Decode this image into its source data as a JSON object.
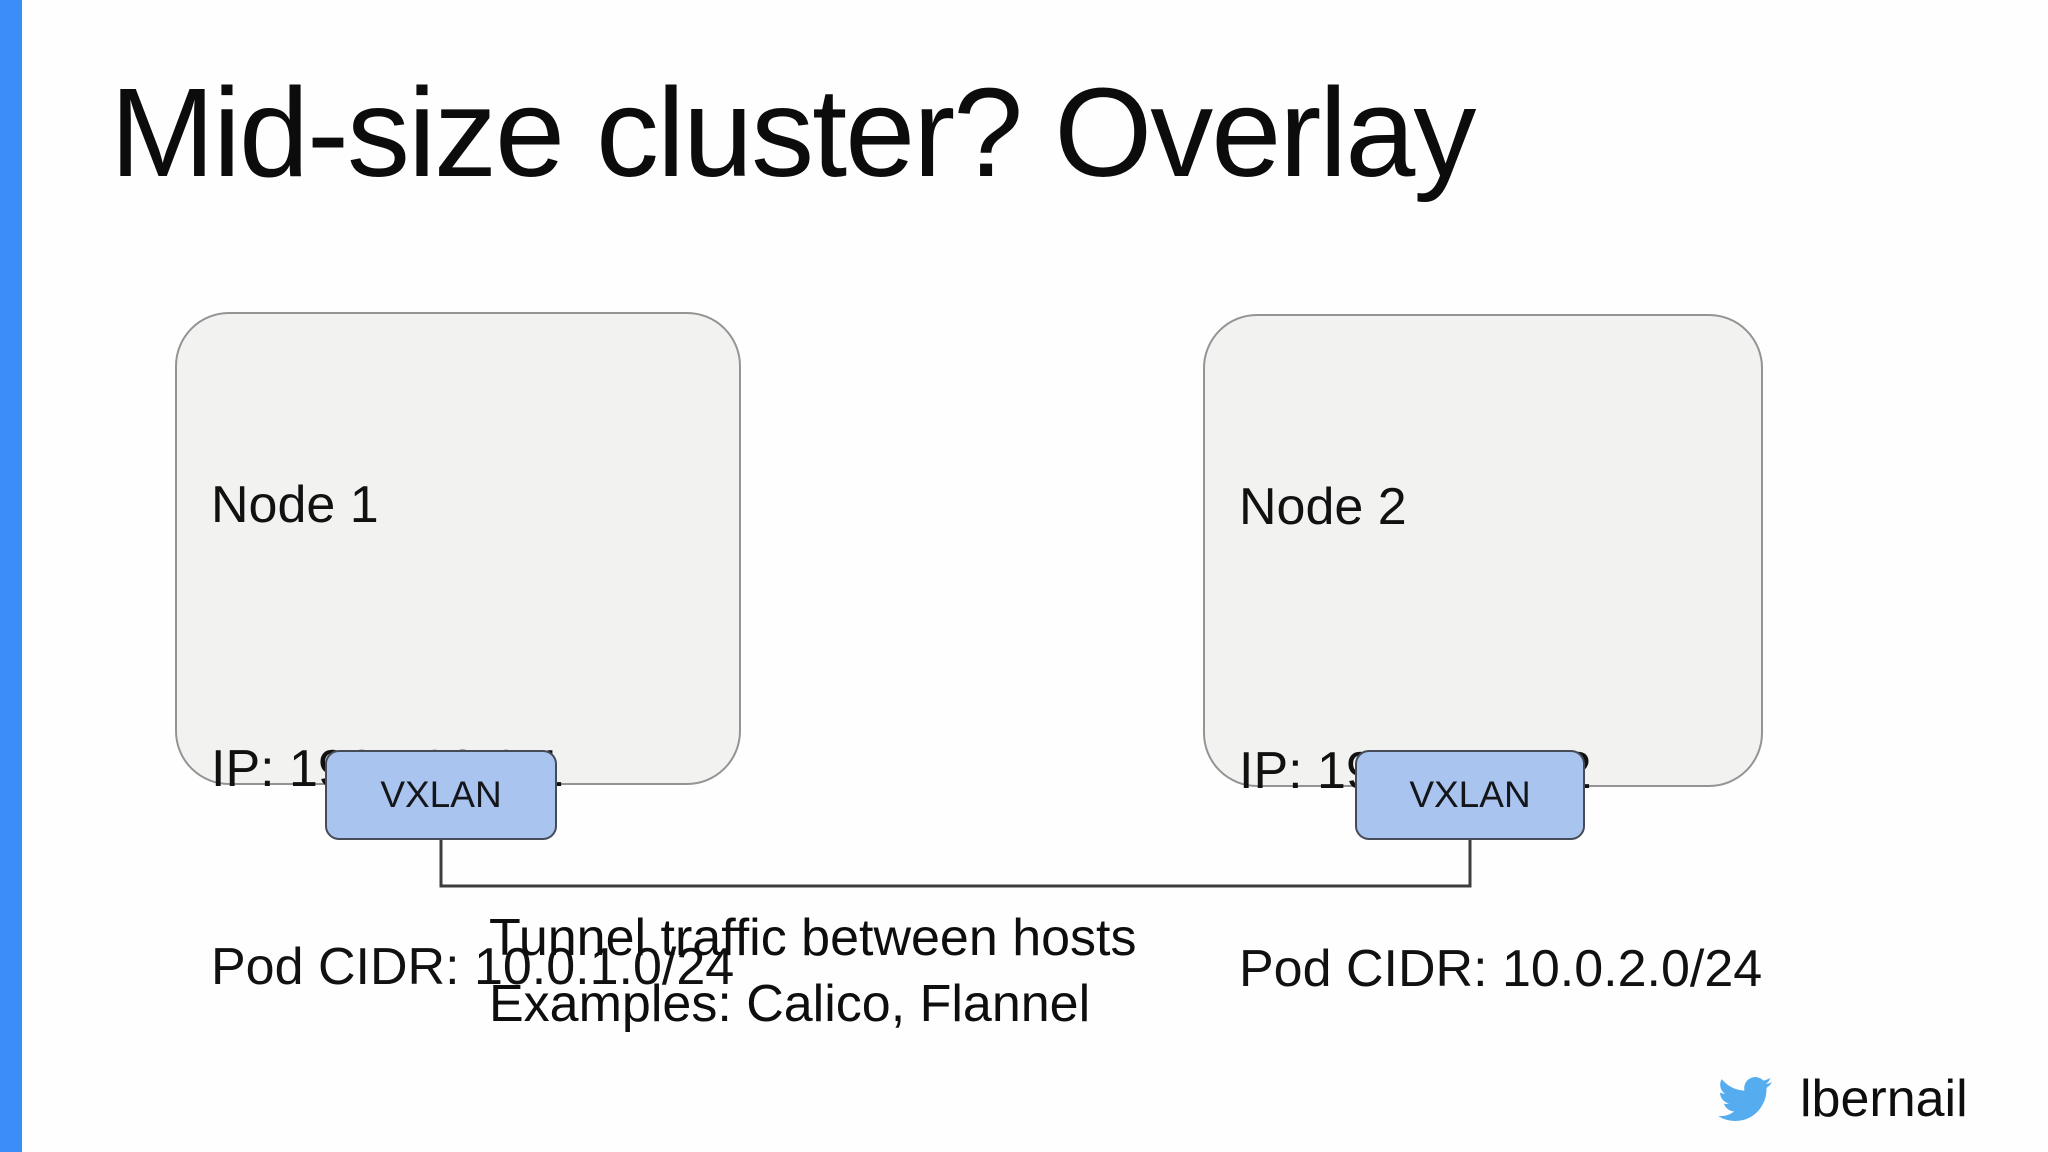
{
  "slide": {
    "title": "Mid-size cluster? Overlay"
  },
  "nodes": [
    {
      "label": "Node 1",
      "ip_line": "IP: 192.168.0.1",
      "cidr_line": "Pod CIDR: 10.0.1.0/24",
      "vxlan_label": "VXLAN"
    },
    {
      "label": "Node 2",
      "ip_line": "IP: 192.168.0.2",
      "cidr_line": "Pod CIDR: 10.0.2.0/24",
      "vxlan_label": "VXLAN"
    }
  ],
  "annotation": {
    "line1": "Tunnel traffic between hosts",
    "line2": "Examples: Calico, Flannel"
  },
  "footer": {
    "twitter_handle": "lbernail",
    "twitter_icon": "twitter-bird"
  },
  "colors": {
    "accent_bar": "#3b8ef8",
    "node_fill": "#f2f2f1",
    "node_border": "#949494",
    "vxlan_fill": "#aac4f0",
    "vxlan_border": "#454b57",
    "connector": "#3d3d3d",
    "twitter_blue": "#55acee",
    "text": "#0e0e0e"
  }
}
